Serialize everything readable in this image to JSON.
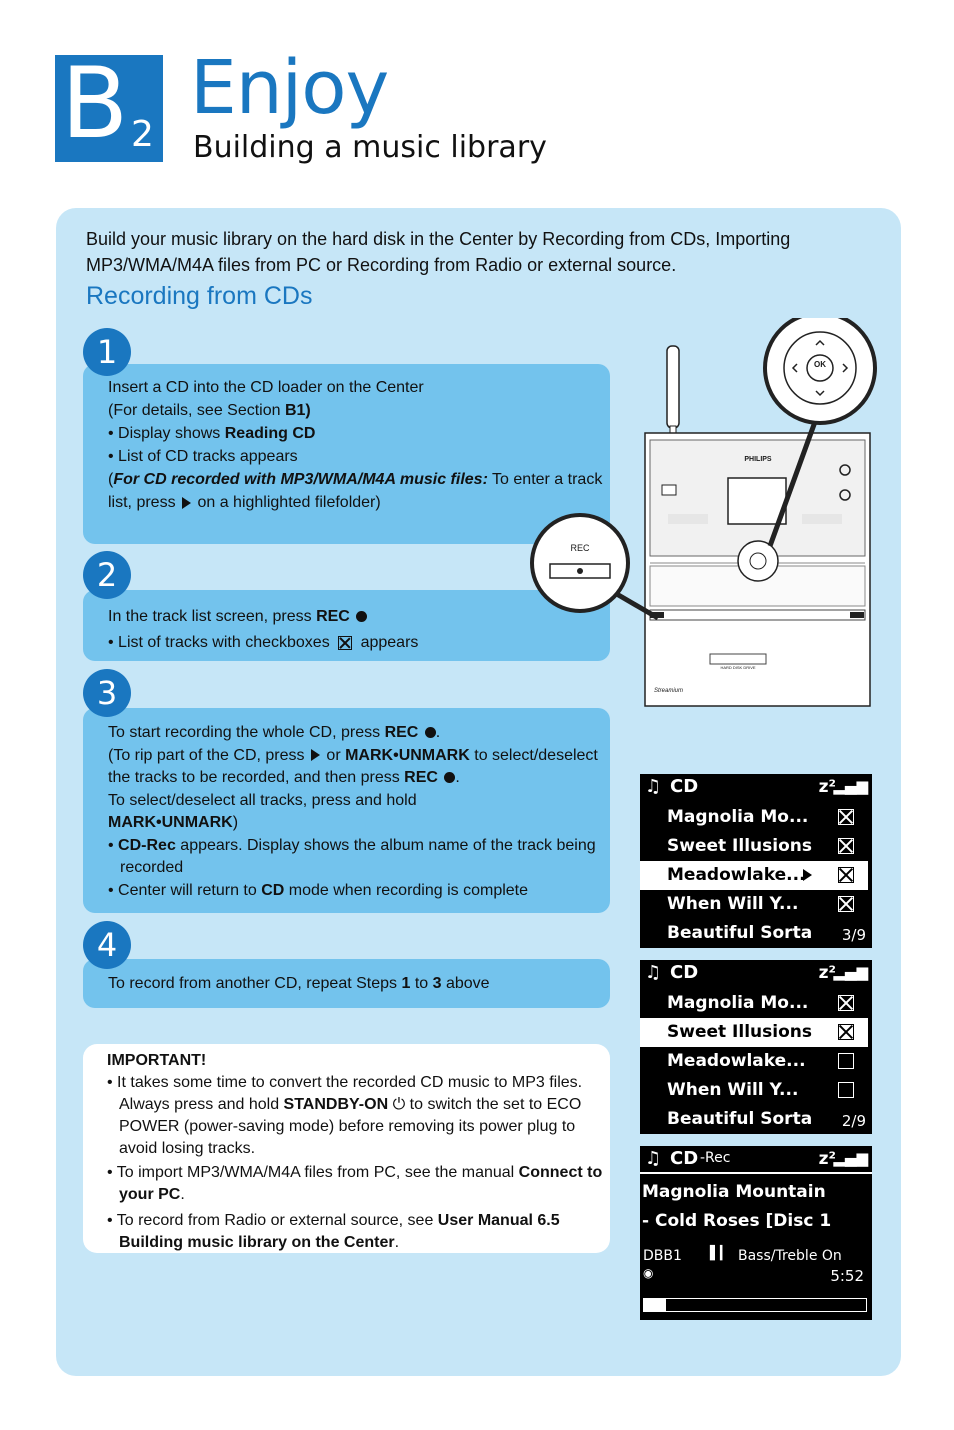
{
  "header": {
    "badge_letter": "B",
    "badge_sub": "2",
    "title": "Enjoy",
    "subtitle": "Building a music library"
  },
  "intro": "Build your music library on the hard disk in the Center by Recording from CDs, Importing MP3/WMA/M4A files from PC or Recording from Radio or external source.",
  "section_heading": "Recording from CDs",
  "steps": [
    {
      "number": "1"
    },
    {
      "number": "2"
    },
    {
      "number": "3"
    },
    {
      "number": "4"
    }
  ],
  "step1": {
    "line1": "Insert a CD into the CD loader on the Center",
    "line2_pre": "(For details, see Section ",
    "line2_bold": "B1)",
    "line3_pre": "• Display shows ",
    "line3_bold": "Reading CD",
    "line4": "• List of CD tracks appears",
    "line5_pre": "(",
    "line5_bi": "For CD recorded with MP3/WMA/M4A music files:",
    "line5_post": " To enter a track list, press ",
    "line5_end": " on a highlighted filefolder)"
  },
  "step2": {
    "line1_pre": "In the track list screen, press ",
    "line1_bold": "REC",
    "line2_pre": "• List of tracks with checkboxes ",
    "line2_post": " appears"
  },
  "step3": {
    "a_pre": "To start recording the whole CD,  press ",
    "a_bold": "REC",
    "b_pre": "(To rip part of the CD, press ",
    "b_mid": " or ",
    "b_bold": "MARK•UNMARK",
    "b_post": " to select/deselect the tracks to be recorded, and then press ",
    "b_bold2": "REC",
    "c": "To select/deselect all tracks, press and hold",
    "c_bold": "MARK•UNMARK",
    "c_post": ")",
    "d_pre": "• ",
    "d_bold": "CD-Rec",
    "d_post": " appears. Display shows the album name of the track being recorded",
    "e_pre": "• Center will return to ",
    "e_bold": "CD",
    "e_post": " mode when recording is complete"
  },
  "step4": {
    "pre": "To record from another CD, repeat Steps ",
    "b1": "1",
    "mid": " to ",
    "b2": "3",
    "post": " above"
  },
  "important": {
    "heading": "IMPORTANT!",
    "p1_pre": "• It takes some time to convert the recorded CD music to MP3 files. Always press and hold ",
    "p1_bold": "STANDBY-ON",
    "p1_post": " to switch the set to ECO POWER (power-saving mode) before removing its power plug to avoid losing tracks.",
    "p2_pre": "• To import MP3/WMA/M4A files from PC, see the manual ",
    "p2_bold": "Connect to your PC",
    "p2_post": ".",
    "p3_pre": "• To record from Radio or external source, see ",
    "p3_bold": "User Manual 6.5 Building music library on the Center",
    "p3_post": "."
  },
  "device": {
    "brand": "PHILIPS",
    "rec_label": "REC",
    "ok_label": "OK",
    "hdd_label": "HARD DISK DRIVE",
    "streamium": "Streamium"
  },
  "screen1": {
    "header": "CD",
    "tracks": [
      "Magnolia Mo...",
      "Sweet Illusions",
      "Meadowlake...",
      "When Will Y...",
      "Beautiful Sorta"
    ],
    "count": "3/9"
  },
  "screen2": {
    "header": "CD",
    "tracks": [
      "Magnolia Mo...",
      "Sweet Illusions",
      "Meadowlake...",
      "When Will Y...",
      "Beautiful Sorta"
    ],
    "count": "2/9"
  },
  "screen3": {
    "header": "CD",
    "header_suffix": "-Rec",
    "line1": "Magnolia Mountain",
    "line2": "- Cold Roses [Disc 1",
    "dbb": "DBB1",
    "bass": "Bass/Treble On",
    "time": "5:52",
    "progress": 0.1
  },
  "colors": {
    "accent": "#1a77c0",
    "panel": "#c6e6f7",
    "step_box": "#73c3ed"
  }
}
